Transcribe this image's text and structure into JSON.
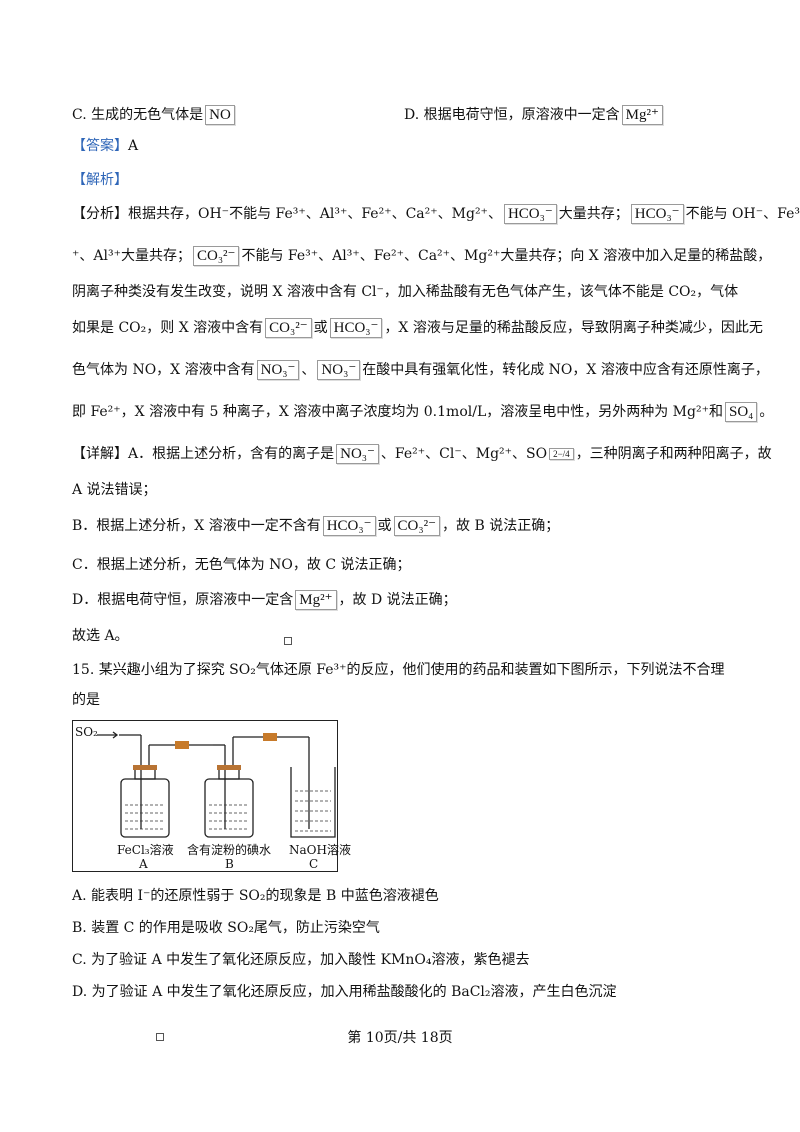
{
  "options_prev": {
    "c": "C. 生成的无色气体是",
    "c_box": "NO",
    "d": "D. 根据电荷守恒，原溶液中一定含",
    "d_box": "Mg²⁺"
  },
  "answer": {
    "label": "【答案】",
    "value": "A"
  },
  "analysis_label": "【解析】",
  "analysis": {
    "l1": "【分析】根据共存，OH⁻不能与 Fe³⁺、Al³⁺、Fe²⁺、Ca²⁺、Mg²⁺、",
    "l1b": "大量共存；",
    "l1c": "不能与 OH⁻、Fe³",
    "l2a": "⁺、Al³⁺大量共存；",
    "l2b": "不能与 Fe³⁺、Al³⁺、Fe²⁺、Ca²⁺、Mg²⁺大量共存；向 X 溶液中加入足量的稀盐酸，",
    "l3": "阴离子种类没有发生改变，说明 X 溶液中含有 Cl⁻，加入稀盐酸有无色气体产生，该气体不能是 CO₂，气体",
    "l4a": "如果是 CO₂，则 X 溶液中含有",
    "l4b": "或",
    "l4c": "，X 溶液与足量的稀盐酸反应，导致阴离子种类减少，因此无",
    "l5a": "色气体为 NO，X 溶液中含有",
    "l5b": "、",
    "l5c": "在酸中具有强氧化性，转化成 NO，X 溶液中应含有还原性离子，",
    "l6a": "即 Fe²⁺，X 溶液中有 5 种离子，X 溶液中离子浓度均为 0.1mol/L，溶液呈电中性，另外两种为 Mg²⁺和",
    "l6b": "。"
  },
  "detail": {
    "l1a": "【详解】A．根据上述分析，含有的离子是",
    "l1b": "、Fe²⁺、Cl⁻、Mg²⁺、SO",
    "l1c": "，三种阴离子和两种阳离子，故",
    "l2": "A 说法错误；",
    "l3a": "B．根据上述分析，X 溶液中一定不含有",
    "l3b": "或",
    "l3c": "，故 B 说法正确；",
    "l4": "C．根据上述分析，无色气体为 NO，故 C 说法正确；",
    "l5a": "D．根据电荷守恒，原溶液中一定含",
    "l5b": "，故 D 说法正确；",
    "l6": "故选 A。"
  },
  "formulas": {
    "hco3": "HCO₃⁻",
    "co3": "CO₃²⁻",
    "no3": "NO₃⁻",
    "mg": "Mg²⁺",
    "so4": "SO₄",
    "so4b": "2−/4"
  },
  "q15": {
    "l1": "15. 某兴趣小组为了探究 SO₂气体还原 Fe³⁺的反应，他们使用的药品和装置如下图所示，下列说法不合理",
    "l2": "的是",
    "fig_inlet": "SO₂",
    "fig_a": "FeCl₃溶液",
    "fig_b": "含有淀粉的碘水",
    "fig_c": "NaOH溶液",
    "lab_a": "A",
    "lab_b": "B",
    "lab_c": "C",
    "opt_a": "A. 能表明 I⁻的还原性弱于 SO₂的现象是 B 中蓝色溶液褪色",
    "opt_b": "B. 装置 C 的作用是吸收 SO₂尾气，防止污染空气",
    "opt_c": "C. 为了验证 A 中发生了氧化还原反应，加入酸性 KMnO₄溶液，紫色褪去",
    "opt_d": "D. 为了验证 A 中发生了氧化还原反应，加入用稀盐酸酸化的 BaCl₂溶液，产生白色沉淀"
  },
  "footer": "第 10页/共 18页"
}
